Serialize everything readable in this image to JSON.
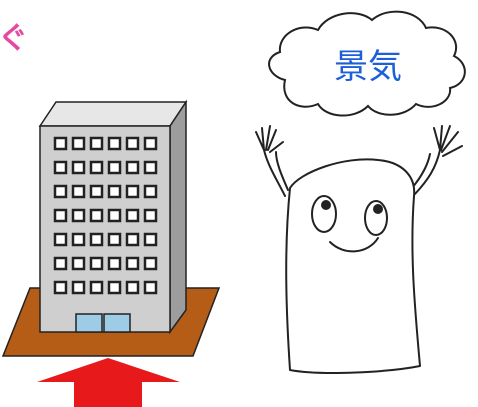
{
  "top_text": "ぐ",
  "thought_bubble": {
    "text": "景気"
  },
  "colors": {
    "accent_pink": "#e64aa0",
    "bubble_text": "#1d5fd6",
    "ground_plate": "#b55c16",
    "arrow": "#e8191b",
    "building_front": "#cfcfcf",
    "building_side": "#9d9d9d",
    "window_fill": "#ffffff",
    "door_fill": "#9ecbe6"
  },
  "icons": [
    "building-illustration",
    "up-arrow-icon",
    "thought-bubble",
    "cartoon-character"
  ]
}
